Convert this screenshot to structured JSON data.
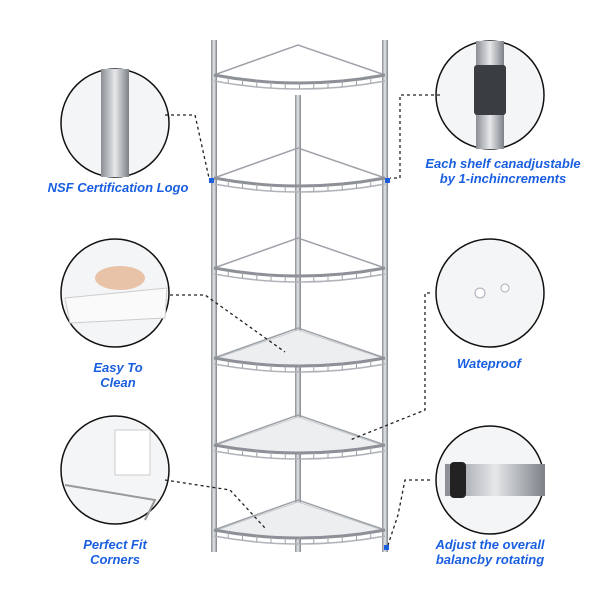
{
  "colors": {
    "accent": "#1a5fe0",
    "chrome": "#a9adb3",
    "leader": "#222222"
  },
  "features": [
    {
      "id": "nsf",
      "lines": [
        "NSF Certification Logo"
      ],
      "icon": "pole-logo-closeup"
    },
    {
      "id": "adjustable",
      "lines": [
        "Each shelf canadjustable",
        "by 1-inchincrements"
      ],
      "icon": "pole-sleeve-closeup"
    },
    {
      "id": "clean",
      "lines": [
        "Easy To",
        "Clean"
      ],
      "icon": "hand-wiping-liner"
    },
    {
      "id": "waterproof",
      "lines": [
        "Wateproof"
      ],
      "icon": "water-drops-liner"
    },
    {
      "id": "corners",
      "lines": [
        "Perfect Fit",
        "Corners"
      ],
      "icon": "liner-corner"
    },
    {
      "id": "leveling",
      "lines": [
        "Adjust the overall",
        "balancby rotating"
      ],
      "icon": "leveling-foot"
    }
  ]
}
